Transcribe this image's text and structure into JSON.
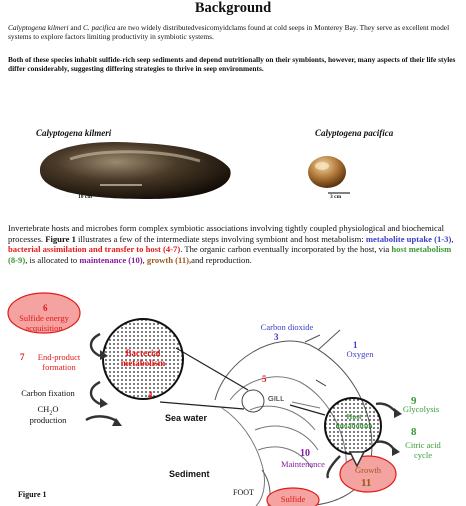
{
  "title": "Background",
  "intro": {
    "species1": "Calyptogena kilmeri",
    "and_text": "and",
    "species2": "C. pacifica",
    "rest": "are two widely distributedvesicomyidclams found at cold seeps in Monterey Bay.  They serve as excellent model systems to explore factors limiting productivity in symbiotic systems."
  },
  "intro2": "Both of these species inhabit sulfide-rich seep sediments and depend nutritionally on their symbionts, however, many aspects of their life styles differ considerably, suggesting differing strategies to thrive in seep environments.",
  "photos": {
    "kilmeri_label": "Calyptogena kilmeri",
    "pacifica_label": "Calyptogena pacifica",
    "kilmeri_scale": "10 cm",
    "pacifica_scale": "3 cm"
  },
  "body": {
    "p1": "Invertebrate hosts and microbes form complex symbiotic associations involving tightly coupled physiological and biochemical processes.  ",
    "fig": "Figure 1",
    "p2": "illustrates a few of the intermediate steps involving symbiont and host metabolism: ",
    "uptake": "metabolite uptake (1-3)",
    "sep1": ", ",
    "assim": "bacterial assimilation and transfer to host (4-7)",
    "p3": ".  The organic carbon eventually incorporated by the host, via ",
    "host": "host metabolism (8-9)",
    "p4": ", is allocated to ",
    "maint": "maintenance (10)",
    "sep2": ", ",
    "growth": "growth (11),",
    "p5": "and reproduction."
  },
  "figure": {
    "n6": "6",
    "sulfide_energy": "Sulfide energy acquisition",
    "n7": "7",
    "end_product": "End-product formation",
    "carbon_fixation": "Carbon fixation",
    "ch2o": "CH",
    "ch2o_sub": "2",
    "ch2o_o": "O",
    "production": "production",
    "bacterial": "Bacterial metabolism",
    "n4": "4",
    "n5": "5",
    "carbon_dioxide": "Carbon dioxide",
    "n3": "3",
    "n1": "1",
    "oxygen": "Oxygen",
    "gill": "GILL",
    "sea_water": "Sea water",
    "sediment": "Sediment",
    "host_metab": "Host metabolism",
    "n9": "9",
    "glycolysis": "Glycolysis",
    "n8": "8",
    "citric": "Citric acid cycle",
    "n10": "10",
    "maintenance": "Maintenance",
    "growth": "Growth",
    "n11": "11",
    "foot": "FOOT",
    "sulfide": "Sulfide",
    "fig_label": "Figure 1"
  },
  "colors": {
    "red": "#e21a1a",
    "blue": "#3a3fc4",
    "green": "#3a9a3a",
    "purple": "#8a1aa0",
    "salmon": "#f4a3a0"
  }
}
